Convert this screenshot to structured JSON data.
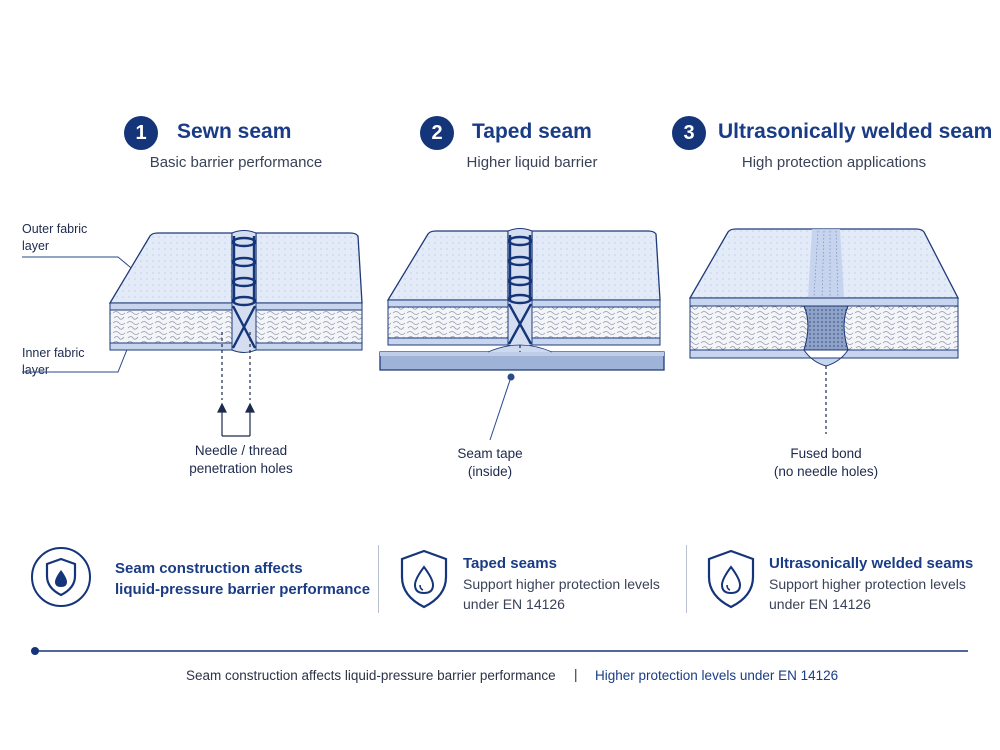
{
  "seams": [
    {
      "number": "1",
      "title": "Sewn seam",
      "subtitle": "Basic barrier performance",
      "callout": [
        "Needle / thread",
        "penetration holes"
      ]
    },
    {
      "number": "2",
      "title": "Taped seam",
      "subtitle": "Higher liquid barrier",
      "callout": [
        "Seam tape",
        "(inside)"
      ]
    },
    {
      "number": "3",
      "title": "Ultrasonically welded seam",
      "subtitle": "High protection applications",
      "callout": [
        "Fused bond",
        "(no needle holes)"
      ]
    }
  ],
  "layers": {
    "outer": [
      "Outer fabric",
      "layer"
    ],
    "inner": [
      "Inner fabric",
      "layer"
    ]
  },
  "info": [
    {
      "heading": [
        "Seam construction affects",
        "liquid-pressure barrier performance"
      ],
      "icon": "shield-drop-circle-icon"
    },
    {
      "heading": [
        "Taped seams"
      ],
      "text": [
        "Support higher protection levels",
        "under EN 14126"
      ],
      "icon": "shield-drop-icon"
    },
    {
      "heading": [
        "Ultrasonically welded seams"
      ],
      "text": [
        "Support higher protection levels",
        "under EN 14126"
      ],
      "icon": "shield-drop-icon"
    }
  ],
  "footer": {
    "left": "Seam construction affects liquid-pressure barrier performance",
    "separator": "|",
    "right": "Higher protection levels under EN 14126"
  },
  "colors": {
    "primary": "#15357a",
    "accent": "#1a3c86",
    "fabric": "#dce6f6",
    "tape": "#9fb3d9"
  }
}
